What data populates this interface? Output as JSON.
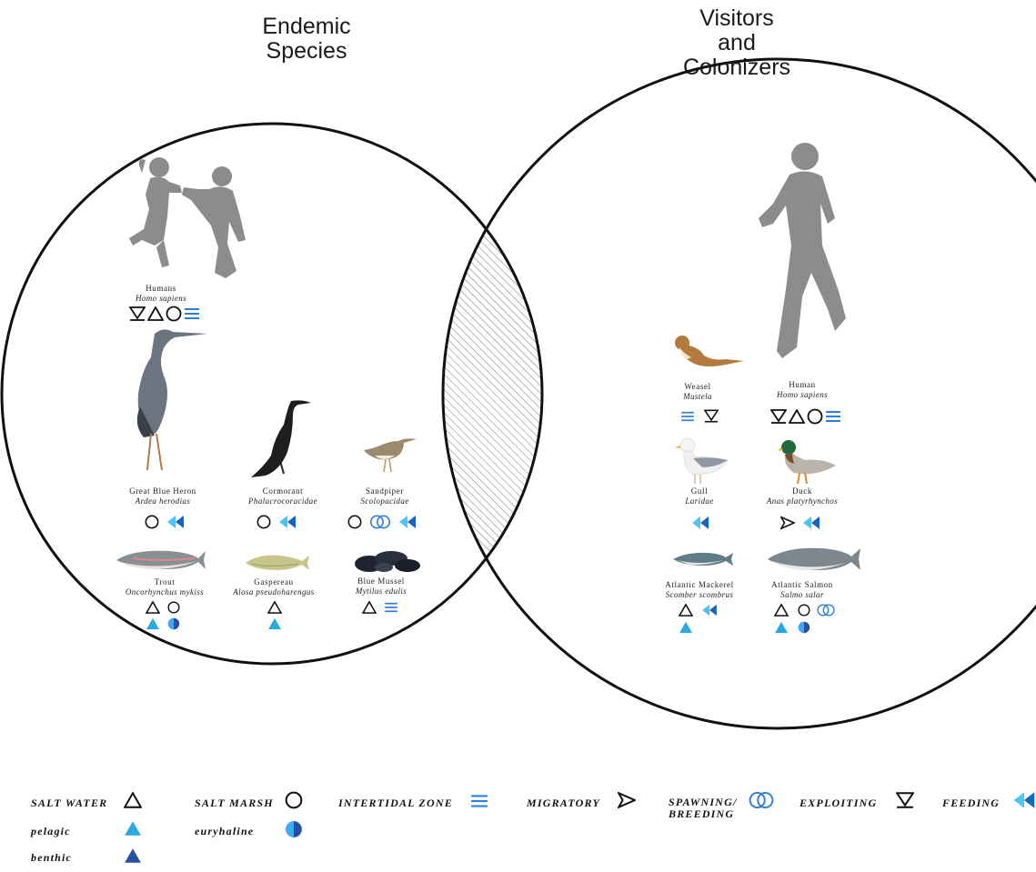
{
  "titles": {
    "endemic": "Endemic\nSpecies",
    "visitors": "Visitors\nand\nColonizers"
  },
  "endemic_species": [
    {
      "common": "Humans",
      "scientific": "Homo sapiens",
      "icons": [
        "exploiting-icon",
        "salt-water-icon",
        "salt-marsh-icon",
        "intertidal-zone-icon"
      ]
    },
    {
      "common": "Great Blue Heron",
      "scientific": "Ardea herodias",
      "icons": [
        "salt-marsh-icon",
        "feeding-icon"
      ]
    },
    {
      "common": "Cormorant",
      "scientific": "Phalacrocoracidae",
      "icons": [
        "salt-marsh-icon",
        "feeding-icon"
      ]
    },
    {
      "common": "Sandpiper",
      "scientific": "Scolopacidae",
      "icons": [
        "salt-marsh-icon",
        "spawning-breeding-icon",
        "feeding-icon"
      ]
    },
    {
      "common": "Trout",
      "scientific": "Oncorhynchus mykiss",
      "icons": [
        "salt-water-icon",
        "salt-marsh-icon",
        "pelagic-icon",
        "euryhaline-icon"
      ]
    },
    {
      "common": "Gaspereau",
      "scientific": "Alosa pseudoharengus",
      "icons": [
        "salt-water-icon",
        "pelagic-icon"
      ]
    },
    {
      "common": "Blue Mussel",
      "scientific": "Mytilus edulis",
      "icons": [
        "salt-water-icon",
        "intertidal-zone-icon"
      ]
    }
  ],
  "visitor_species": [
    {
      "common": "Weasel",
      "scientific": "Mustela",
      "icons": [
        "intertidal-zone-icon",
        "exploiting-icon"
      ]
    },
    {
      "common": "Human",
      "scientific": "Homo sapiens",
      "icons": [
        "exploiting-icon",
        "salt-water-icon",
        "salt-marsh-icon",
        "intertidal-zone-icon"
      ]
    },
    {
      "common": "Gull",
      "scientific": "Laridae",
      "icons": [
        "feeding-icon"
      ]
    },
    {
      "common": "Duck",
      "scientific": "Anas platyrhynchos",
      "icons": [
        "migratory-icon",
        "feeding-icon"
      ]
    },
    {
      "common": "Atlantic Mackerel",
      "scientific": "Scomber scombrus",
      "icons": [
        "salt-water-icon",
        "feeding-icon",
        "pelagic-icon"
      ]
    },
    {
      "common": "Atlantic Salmon",
      "scientific": "Salmo salar",
      "icons": [
        "salt-water-icon",
        "salt-marsh-icon",
        "spawning-breeding-icon",
        "pelagic-icon",
        "euryhaline-icon"
      ]
    }
  ],
  "legend": {
    "salt_water": "SALT WATER",
    "salt_marsh": "SALT MARSH",
    "intertidal_zone": "INTERTIDAL ZONE",
    "migratory": "MIGRATORY",
    "spawning": "SPAWNING/",
    "breeding": "BREEDING",
    "exploiting": "EXPLOITING",
    "feeding": "FEEDING",
    "pelagic": "pelagic",
    "euryhaline": "euryhaline",
    "benthic": "benthic"
  },
  "colors": {
    "pelagic": "#27a9e1",
    "benthic": "#2b4fa0",
    "feeding_light": "#4fc3f7",
    "feeding_dark": "#1565c0",
    "intertidal": "#2e7fd6",
    "spawning": "#2e7fd6",
    "silhouette": "#8c8c8c",
    "outline": "#111111"
  }
}
